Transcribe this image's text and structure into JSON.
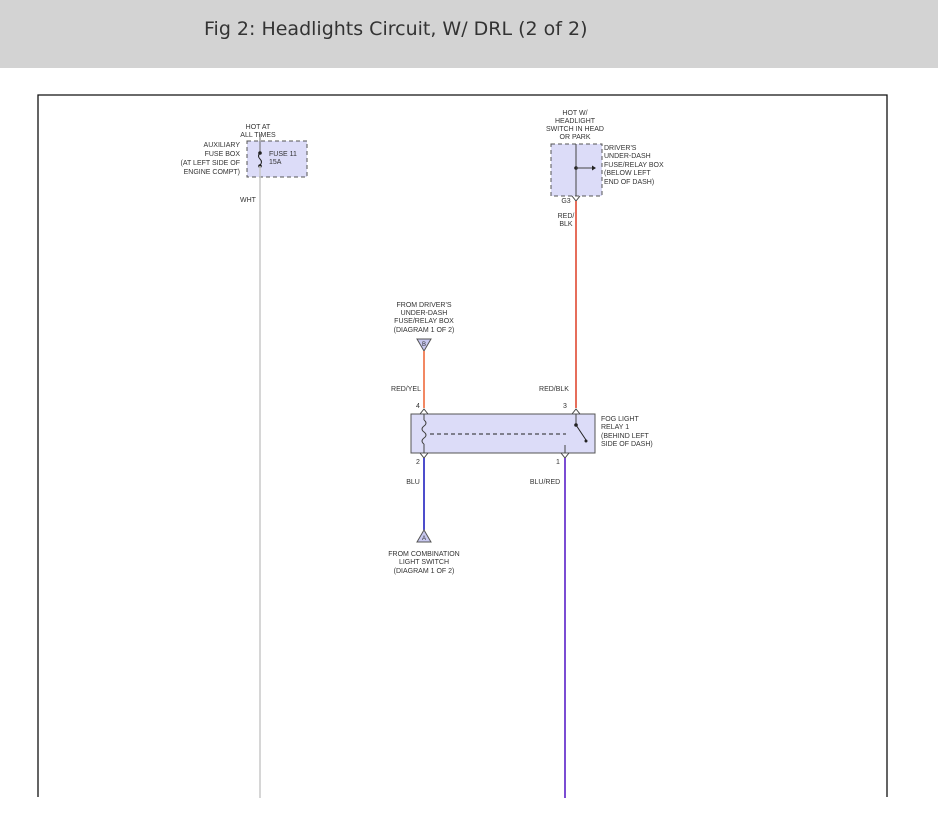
{
  "header": {
    "title": "Fig 2: Headlights Circuit, W/ DRL (2 of 2)"
  },
  "colors": {
    "header_bg": "#d3d3d3",
    "component_fill": "#dcdcf8",
    "wire_wht": "#c8c8c8",
    "wire_red_blk": "#e04a32",
    "wire_red_yel": "#ee6a3c",
    "wire_blu": "#2020c0",
    "wire_blu_red": "#5a20c8"
  },
  "diagram": {
    "aux_hot": [
      "HOT AT",
      "ALL TIMES"
    ],
    "aux_box": [
      "AUXILIARY",
      "FUSE BOX",
      "(AT LEFT SIDE OF",
      "ENGINE COMPT)"
    ],
    "fuse": [
      "FUSE 11",
      "15A"
    ],
    "wht_label": "WHT",
    "drv_hot": [
      "HOT W/",
      "HEADLIGHT",
      "SWITCH IN HEAD",
      "OR PARK"
    ],
    "drv_box": [
      "DRIVER'S",
      "UNDER-DASH",
      "FUSE/RELAY BOX",
      "(BELOW LEFT",
      "END OF DASH)"
    ],
    "g3": "G3",
    "red_blk_top": [
      "RED/",
      "BLK"
    ],
    "from_driver": [
      "FROM DRIVER'S",
      "UNDER-DASH",
      "FUSE/RELAY BOX",
      "(DIAGRAM 1 OF 2)"
    ],
    "conn_b": "B",
    "red_yel": "RED/YEL",
    "red_blk": "RED/BLK",
    "pin4": "4",
    "pin3": "3",
    "pin2": "2",
    "pin1": "1",
    "relay": [
      "FOG LIGHT",
      "RELAY 1",
      "(BEHIND LEFT",
      "SIDE OF DASH)"
    ],
    "blu": "BLU",
    "blu_red": "BLU/RED",
    "conn_a": "A",
    "from_combo": [
      "FROM COMBINATION",
      "LIGHT SWITCH",
      "(DIAGRAM 1 OF 2)"
    ]
  }
}
